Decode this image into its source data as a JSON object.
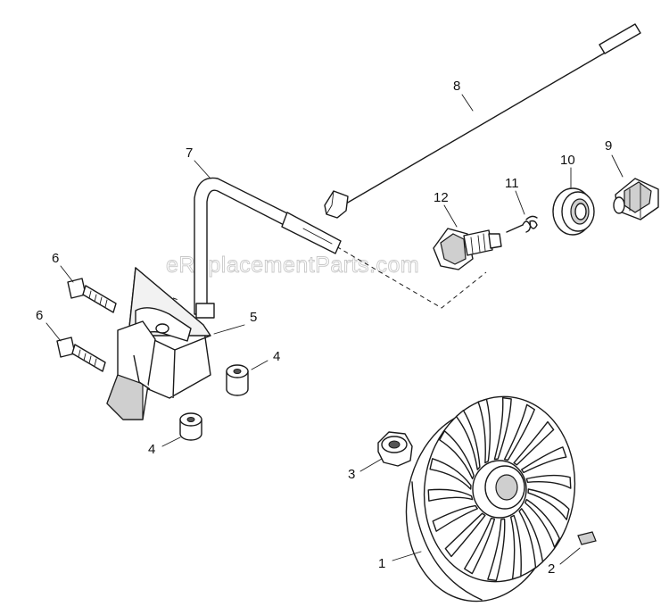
{
  "watermark": "eReplacementParts.com",
  "callouts": [
    {
      "id": "1",
      "text": "1",
      "part": "flywheel"
    },
    {
      "id": "2",
      "text": "2",
      "part": "flywheel-key"
    },
    {
      "id": "3",
      "text": "3",
      "part": "flywheel-nut"
    },
    {
      "id": "4a",
      "text": "4",
      "part": "spacer-upper"
    },
    {
      "id": "4b",
      "text": "4",
      "part": "spacer-lower"
    },
    {
      "id": "5",
      "text": "5",
      "part": "ignition-module"
    },
    {
      "id": "6a",
      "text": "6",
      "part": "screw-upper"
    },
    {
      "id": "6b",
      "text": "6",
      "part": "screw-lower"
    },
    {
      "id": "7",
      "text": "7",
      "part": "ignition-lead"
    },
    {
      "id": "8",
      "text": "8",
      "part": "stop-wire"
    },
    {
      "id": "9",
      "text": "9",
      "part": "spark-plug-boot"
    },
    {
      "id": "10",
      "text": "10",
      "part": "boot-grommet"
    },
    {
      "id": "11",
      "text": "11",
      "part": "spring"
    },
    {
      "id": "12",
      "text": "12",
      "part": "spark-plug"
    }
  ]
}
